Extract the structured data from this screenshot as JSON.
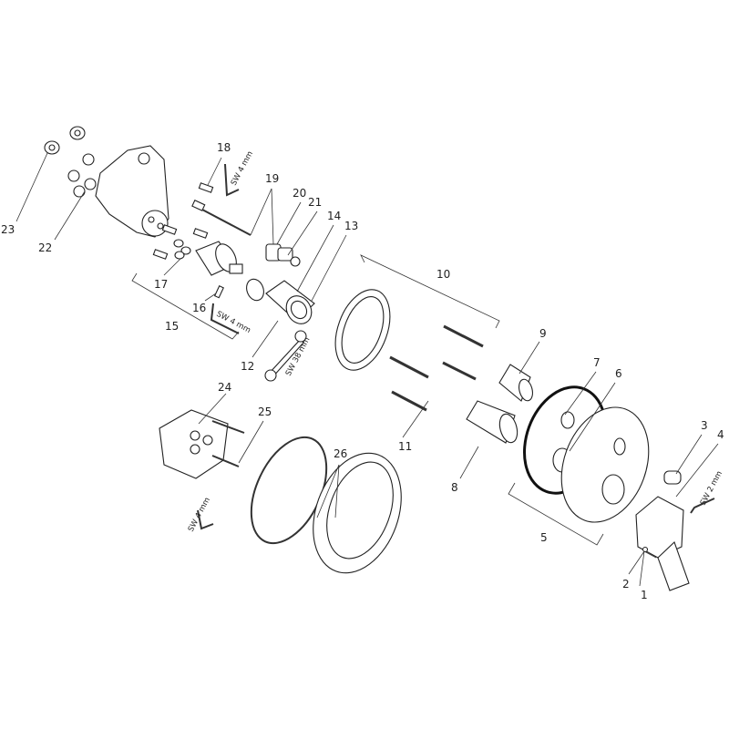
{
  "diagram": {
    "part_numbers": [
      "1",
      "2",
      "3",
      "4",
      "5",
      "6",
      "7",
      "8",
      "9",
      "10",
      "11",
      "12",
      "13",
      "14",
      "15",
      "16",
      "17",
      "18",
      "19",
      "20",
      "21",
      "22",
      "23",
      "24",
      "25",
      "26"
    ],
    "tool_labels": {
      "hex_key_18": "SW 4 mm",
      "hex_key_16": "SW 4 mm",
      "wrench_12": "SW 38 mm",
      "hex_key_4": "SW 2 mm",
      "hex_key_24": "SW 4 mm"
    }
  }
}
